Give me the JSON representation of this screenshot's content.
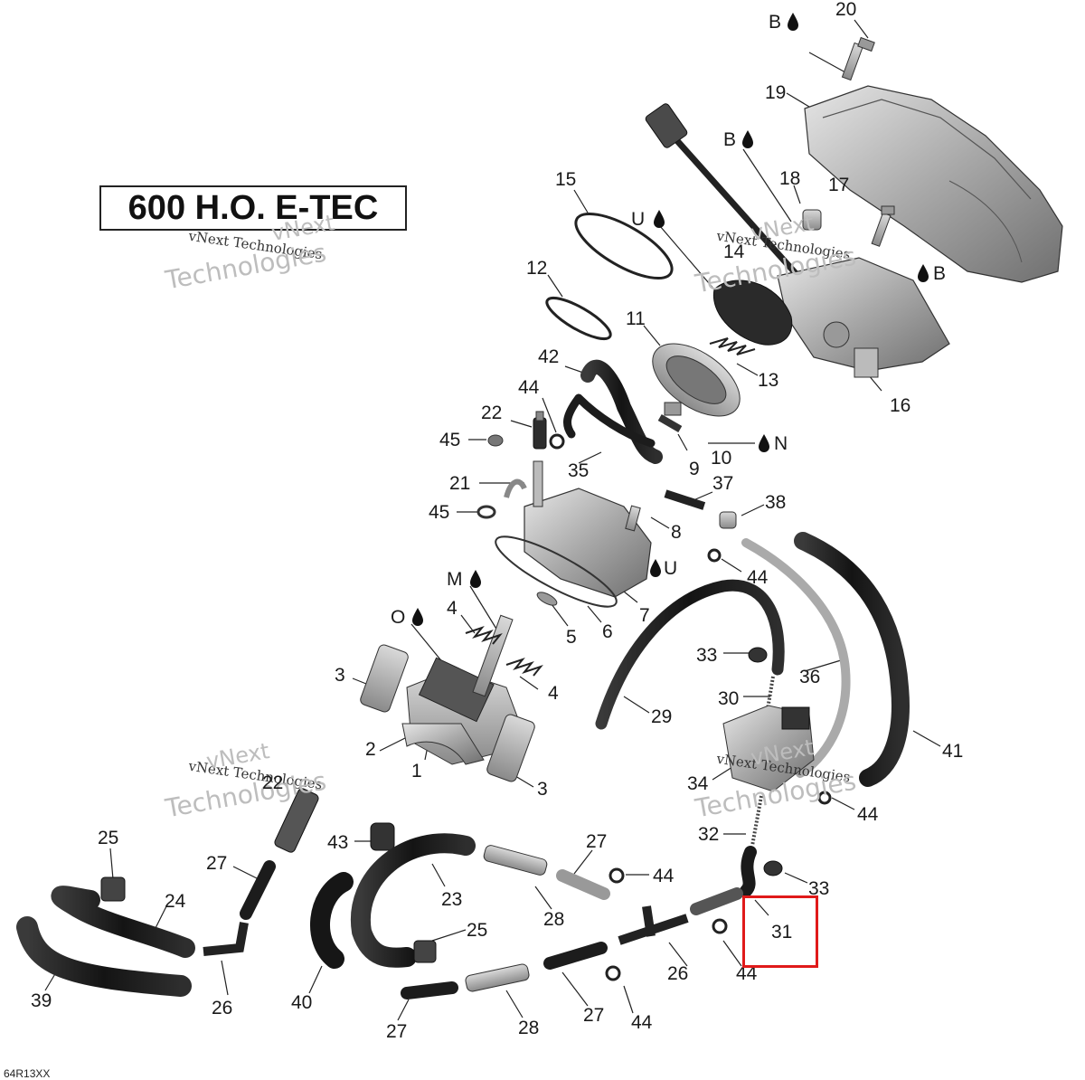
{
  "title": "600 H.O. E-TEC",
  "drawing_ref": "64R13XX",
  "watermark_brand": "vNext",
  "watermark_word": "Technologies",
  "watermark_line": "vNext Technologies",
  "highlight_color": "#e01a1a",
  "callouts": [
    {
      "id": "c20",
      "text": "20"
    },
    {
      "id": "cB1",
      "text": "B"
    },
    {
      "id": "c19",
      "text": "19"
    },
    {
      "id": "cB2",
      "text": "B"
    },
    {
      "id": "c18",
      "text": "18"
    },
    {
      "id": "c17",
      "text": "17"
    },
    {
      "id": "cB3",
      "text": "B"
    },
    {
      "id": "c15",
      "text": "15"
    },
    {
      "id": "cU1",
      "text": "U"
    },
    {
      "id": "c14",
      "text": "14"
    },
    {
      "id": "c12",
      "text": "12"
    },
    {
      "id": "c11",
      "text": "11"
    },
    {
      "id": "c13",
      "text": "13"
    },
    {
      "id": "c16",
      "text": "16"
    },
    {
      "id": "c42",
      "text": "42"
    },
    {
      "id": "c44a",
      "text": "44"
    },
    {
      "id": "c22",
      "text": "22"
    },
    {
      "id": "c45a",
      "text": "45"
    },
    {
      "id": "c35",
      "text": "35"
    },
    {
      "id": "c9",
      "text": "9"
    },
    {
      "id": "c10",
      "text": "10"
    },
    {
      "id": "cN",
      "text": "N"
    },
    {
      "id": "c21",
      "text": "21"
    },
    {
      "id": "c37",
      "text": "37"
    },
    {
      "id": "c45b",
      "text": "45"
    },
    {
      "id": "c38",
      "text": "38"
    },
    {
      "id": "c8",
      "text": "8"
    },
    {
      "id": "cU2",
      "text": "U"
    },
    {
      "id": "c44b",
      "text": "44"
    },
    {
      "id": "cM",
      "text": "M"
    },
    {
      "id": "c7",
      "text": "7"
    },
    {
      "id": "cO",
      "text": "O"
    },
    {
      "id": "c4a",
      "text": "4"
    },
    {
      "id": "c5",
      "text": "5"
    },
    {
      "id": "c6",
      "text": "6"
    },
    {
      "id": "c3a",
      "text": "3"
    },
    {
      "id": "c4b",
      "text": "4"
    },
    {
      "id": "c33a",
      "text": "33"
    },
    {
      "id": "c36",
      "text": "36"
    },
    {
      "id": "c30",
      "text": "30"
    },
    {
      "id": "c29",
      "text": "29"
    },
    {
      "id": "c2",
      "text": "2"
    },
    {
      "id": "c1",
      "text": "1"
    },
    {
      "id": "c3b",
      "text": "3"
    },
    {
      "id": "c41",
      "text": "41"
    },
    {
      "id": "c34",
      "text": "34"
    },
    {
      "id": "c44c",
      "text": "44"
    },
    {
      "id": "c22b",
      "text": "22"
    },
    {
      "id": "c32",
      "text": "32"
    },
    {
      "id": "c43",
      "text": "43"
    },
    {
      "id": "c25a",
      "text": "25"
    },
    {
      "id": "c27a",
      "text": "27"
    },
    {
      "id": "c27b",
      "text": "27"
    },
    {
      "id": "c44d",
      "text": "44"
    },
    {
      "id": "c33b",
      "text": "33"
    },
    {
      "id": "c24",
      "text": "24"
    },
    {
      "id": "c23",
      "text": "23"
    },
    {
      "id": "c28a",
      "text": "28"
    },
    {
      "id": "c31",
      "text": "31"
    },
    {
      "id": "c25b",
      "text": "25"
    },
    {
      "id": "c26a",
      "text": "26"
    },
    {
      "id": "c44e",
      "text": "44"
    },
    {
      "id": "c39",
      "text": "39"
    },
    {
      "id": "c26b",
      "text": "26"
    },
    {
      "id": "c40",
      "text": "40"
    },
    {
      "id": "c27c",
      "text": "27"
    },
    {
      "id": "c28b",
      "text": "28"
    },
    {
      "id": "c27d",
      "text": "27"
    },
    {
      "id": "c44f",
      "text": "44"
    }
  ]
}
